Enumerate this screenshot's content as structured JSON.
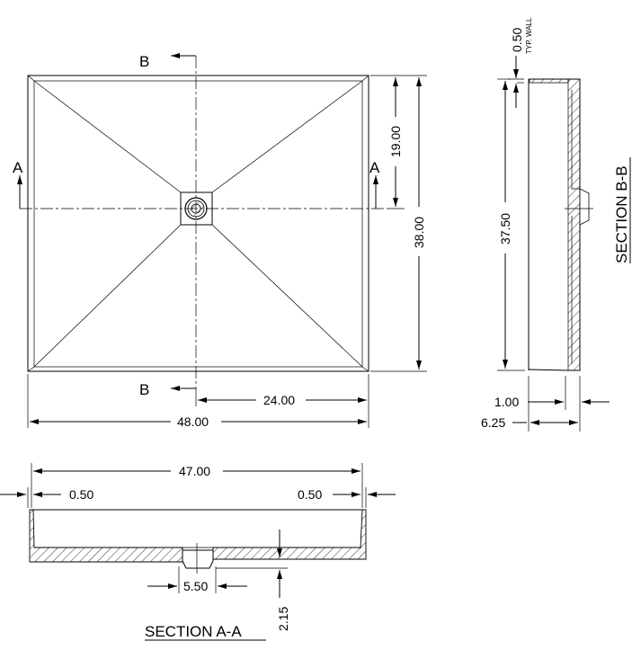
{
  "plan_view": {
    "section_marker_a": "A",
    "section_marker_b": "B",
    "dim_half_depth": "19.00",
    "dim_depth": "38.00",
    "dim_drain_offset": "24.00",
    "dim_width": "48.00"
  },
  "section_b": {
    "title": "SECTION B-B",
    "dim_wall": "0.50",
    "wall_note": "TYP. WALL",
    "dim_length": "37.50",
    "dim_lip": "1.00",
    "dim_height": "6.25"
  },
  "section_a": {
    "title": "SECTION A-A",
    "dim_inner_width": "47.00",
    "dim_wall_left": "0.50",
    "dim_wall_right": "0.50",
    "dim_drain": "5.50",
    "dim_drain_depth": "2.15"
  }
}
